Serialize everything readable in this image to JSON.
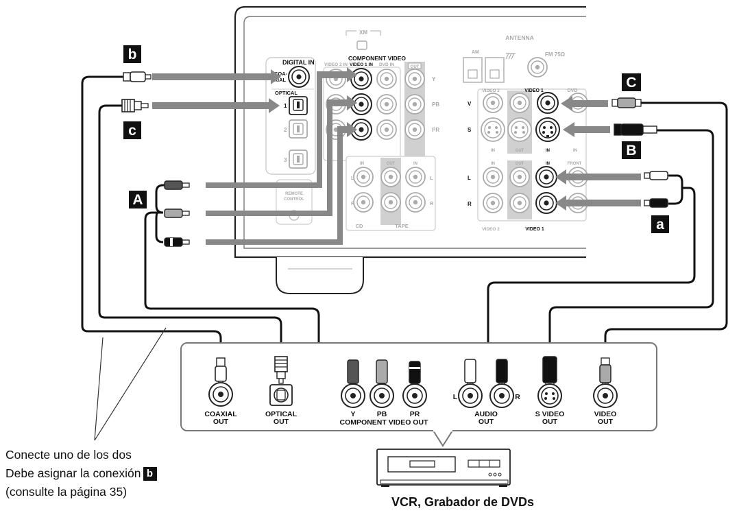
{
  "receiver": {
    "digital_in": "DIGITAL IN",
    "coaxial": "COA-\nXIAL",
    "coaxial_line1": "COA-",
    "coaxial_line2": "XIAL",
    "optical": "OPTICAL",
    "optical_ports": [
      "1",
      "2",
      "3"
    ],
    "xm": "XM",
    "component_video": "COMPONENT VIDEO",
    "video2_in": "VIDEO 2 IN",
    "video1_in": "VIDEO 1 IN",
    "dvd_in": "DVD IN",
    "out": "OUT",
    "y": "Y",
    "pb": "PB",
    "pr": "PR",
    "antenna": "ANTENNA",
    "am": "AM",
    "fm": "FM 75Ω",
    "video2": "VIDEO 2",
    "video1": "VIDEO 1",
    "dvd": "DVD",
    "front": "FRONT",
    "in": "IN",
    "v": "V",
    "s": "S",
    "l": "L",
    "r": "R",
    "cd": "CD",
    "tape": "TAPE",
    "remote_control_1": "REMOTE",
    "remote_control_2": "CONTROL"
  },
  "badges": {
    "b": "b",
    "c": "c",
    "A": "A",
    "B": "B",
    "C": "C",
    "a": "a"
  },
  "device_panel": {
    "coaxial_out_1": "COAXIAL",
    "coaxial_out_2": "OUT",
    "optical_out_1": "OPTICAL",
    "optical_out_2": "OUT",
    "y": "Y",
    "pb": "PB",
    "pr": "PR",
    "component_video_out": "COMPONENT VIDEO OUT",
    "l": "L",
    "r": "R",
    "audio_out_1": "AUDIO",
    "audio_out_2": "OUT",
    "svideo_out_1": "S VIDEO",
    "svideo_out_2": "OUT",
    "video_out_1": "VIDEO",
    "video_out_2": "OUT"
  },
  "caption": {
    "line1": "Conecte uno de los dos",
    "line2": "Debe asignar la conexión",
    "line2_badge": "b",
    "line3": "(consulte la página 35)"
  },
  "device_title": "VCR, Grabador de DVDs"
}
